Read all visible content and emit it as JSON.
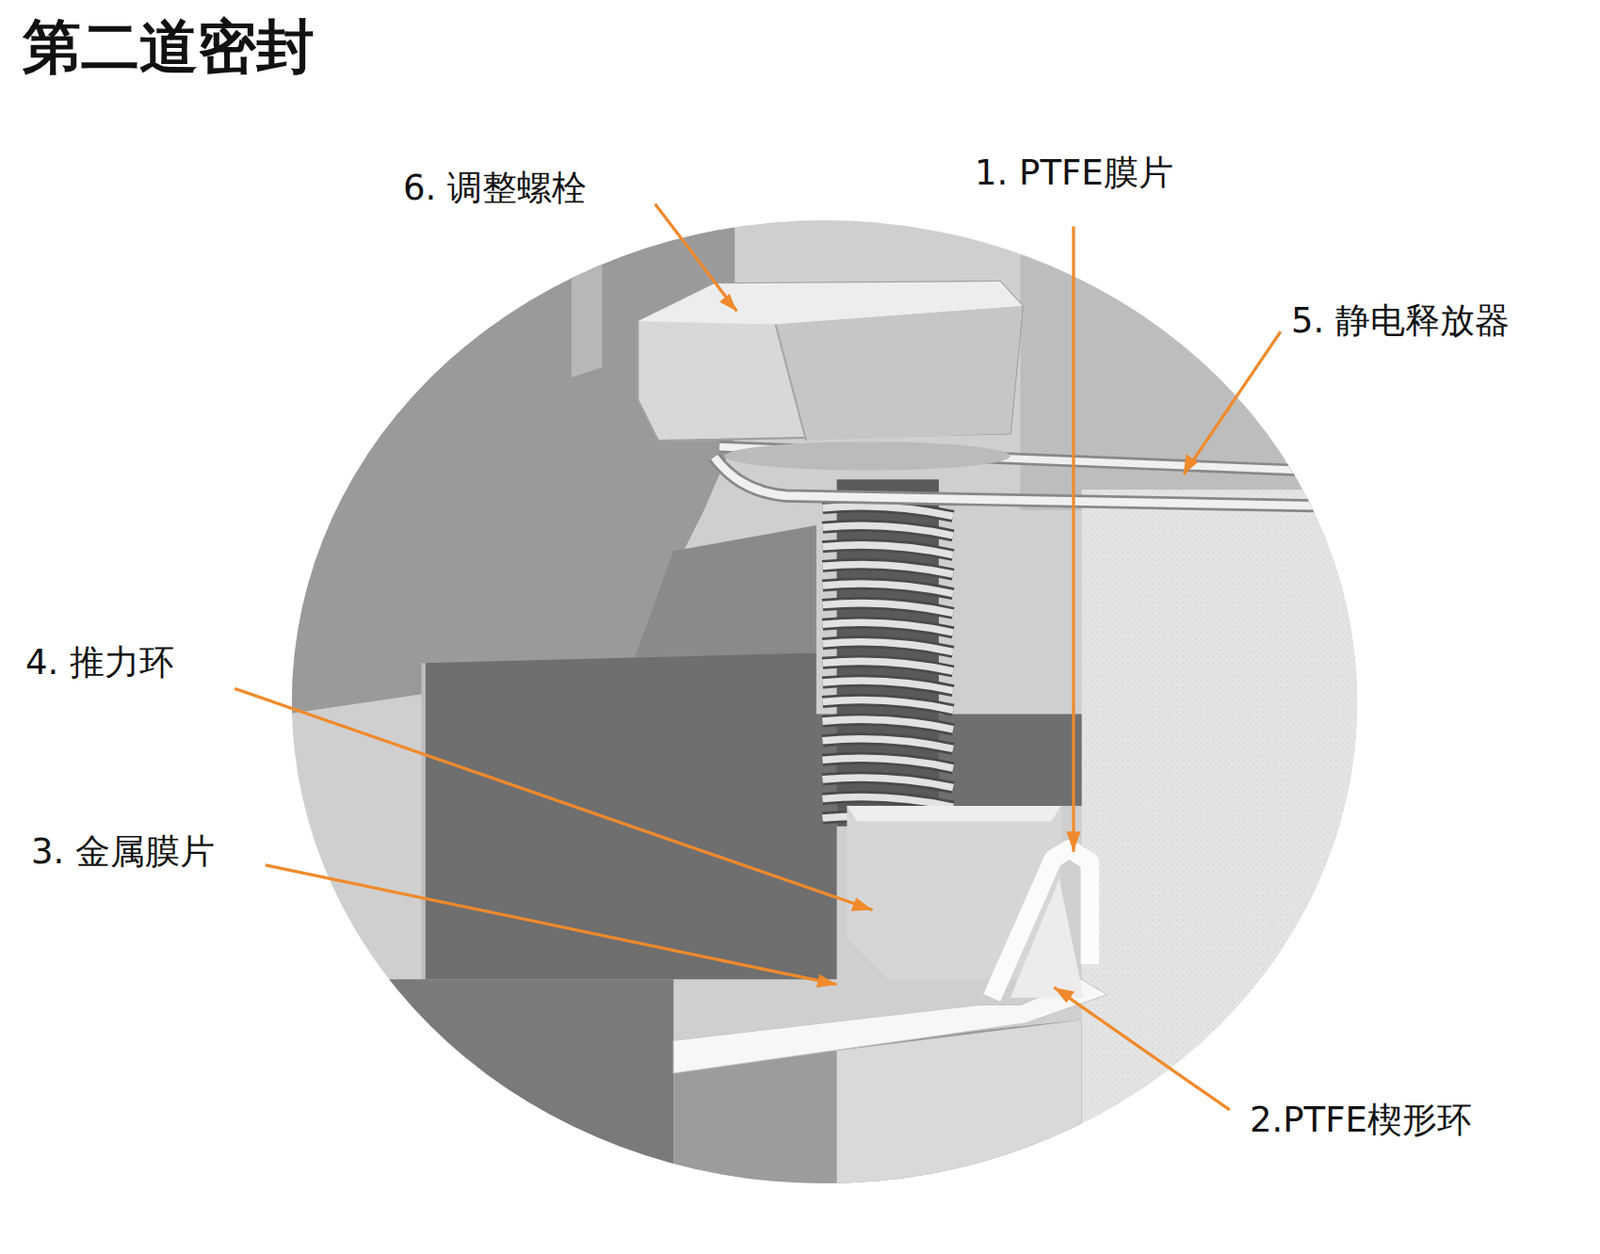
{
  "diagram": {
    "title": "第二道密封",
    "labels": [
      "6. 调整螺栓",
      "1. PTFE膜片",
      "5. 静电释放器",
      "4. 推力环",
      "3. 金属膜片",
      "2.PTFE楔形环"
    ]
  }
}
